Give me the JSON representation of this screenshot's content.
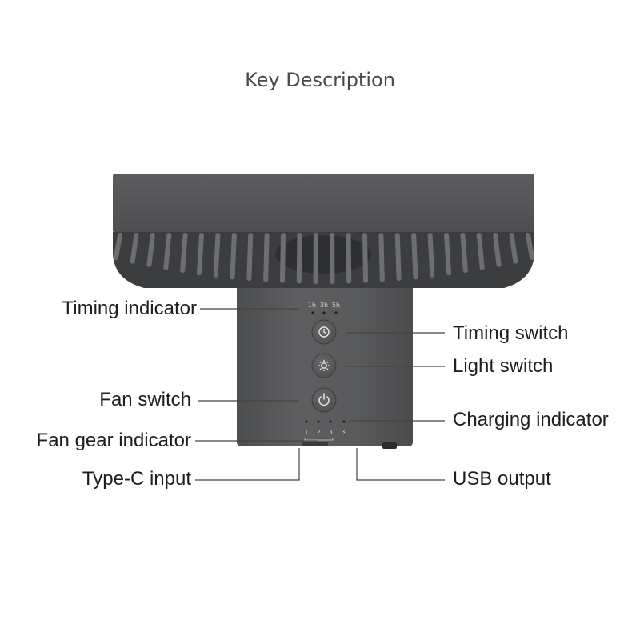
{
  "title": "Key Description",
  "labels": {
    "timing_indicator": "Timing indicator",
    "timing_switch": "Timing switch",
    "light_switch": "Light switch",
    "fan_switch": "Fan switch",
    "charging_indicator": "Charging indicator",
    "fan_gear_indicator": "Fan gear indicator",
    "type_c_input": "Type-C input",
    "usb_output": "USB output"
  },
  "panel": {
    "timer_marks": [
      "1h",
      "3h",
      "5h"
    ],
    "gear_marks": [
      "1",
      "2",
      "3"
    ],
    "charge_mark": "⚡"
  },
  "icons": {
    "timing": "clock-icon",
    "light": "sun-icon",
    "fan": "power-icon"
  },
  "colors": {
    "body": "#58595b",
    "body_dark": "#464749",
    "text": "#1e1e1e",
    "title": "#4a4a4a"
  }
}
